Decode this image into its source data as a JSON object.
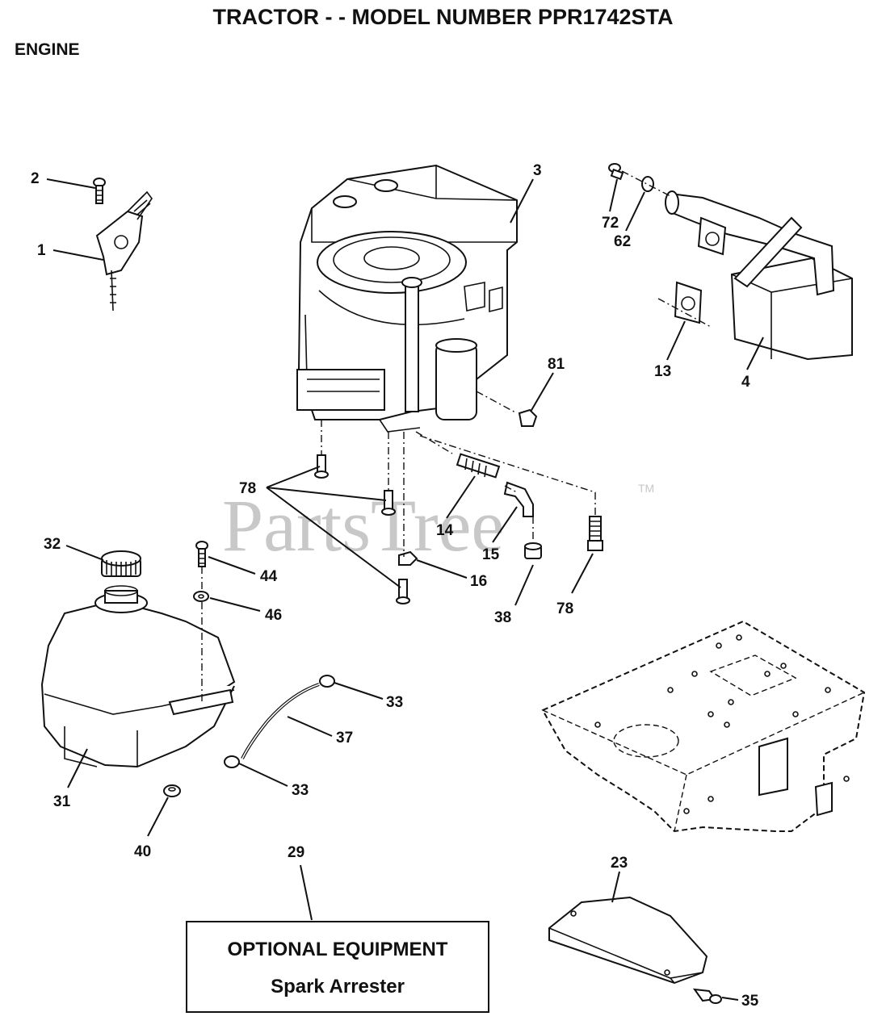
{
  "header": {
    "title": "TRACTOR - - MODEL NUMBER PPR1742STA",
    "section": "ENGINE"
  },
  "watermark": {
    "text": "PartsTree",
    "trademark": "TM"
  },
  "callouts": {
    "c1": "1",
    "c2": "2",
    "c3": "3",
    "c4": "4",
    "c13": "13",
    "c14": "14",
    "c15": "15",
    "c16": "16",
    "c23": "23",
    "c29": "29",
    "c31": "31",
    "c32": "32",
    "c33a": "33",
    "c33b": "33",
    "c35": "35",
    "c37": "37",
    "c38": "38",
    "c40": "40",
    "c44": "44",
    "c46": "46",
    "c62": "62",
    "c72": "72",
    "c78a": "78",
    "c78b": "78",
    "c81": "81"
  },
  "optional_equipment": {
    "title": "OPTIONAL EQUIPMENT",
    "item": "Spark Arrester"
  }
}
